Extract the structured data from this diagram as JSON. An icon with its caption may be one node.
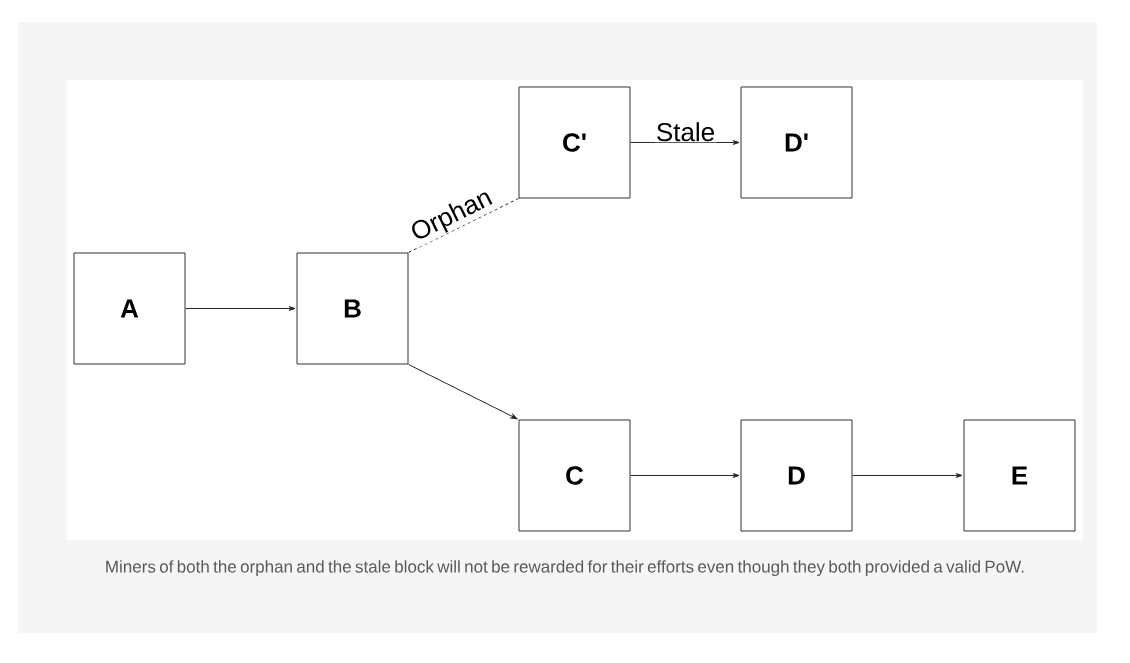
{
  "diagram": {
    "caption": "Miners of both the orphan and the stale block will not be rewarded for their efforts even though they both provided a valid PoW.",
    "nodes": [
      {
        "text": [
          "A"
        ]
      },
      {
        "text": [
          "B"
        ]
      },
      {
        "text": [
          "C'"
        ]
      },
      {
        "text": [
          "D'"
        ]
      },
      {
        "text": [
          "C"
        ]
      },
      {
        "text": [
          "D"
        ]
      },
      {
        "text": [
          "E"
        ]
      }
    ],
    "edges": [
      {
        "from": 0,
        "to": 1,
        "arrow": "to"
      },
      {
        "from": 1,
        "to": 2,
        "arrow": "none",
        "style": "dashed",
        "label": "Orphan"
      },
      {
        "from": 2,
        "to": 3,
        "arrow": "to",
        "label": "Stale"
      },
      {
        "from": 1,
        "to": 4,
        "arrow": "to"
      },
      {
        "from": 4,
        "to": 5,
        "arrow": "to"
      },
      {
        "from": 5,
        "to": 6,
        "arrow": "to"
      }
    ]
  }
}
